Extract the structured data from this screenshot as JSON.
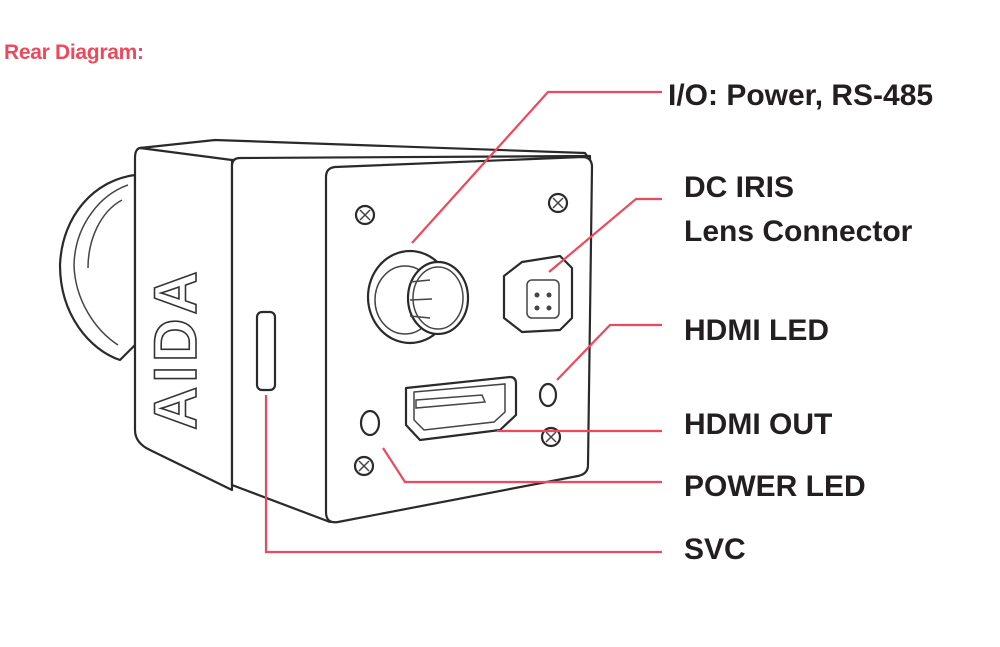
{
  "title": "Rear Diagram:",
  "brand_logo_text": "AIDA",
  "colors": {
    "accent": "#ec4a5c",
    "label": "#231f20"
  },
  "labels": {
    "io": "I/O: Power, RS-485",
    "dc_iris_line1": "DC IRIS",
    "dc_iris_line2": "Lens Connector",
    "hdmi_led": "HDMI LED",
    "hdmi_out": "HDMI OUT",
    "power_led": "POWER LED",
    "svc": "SVC"
  }
}
